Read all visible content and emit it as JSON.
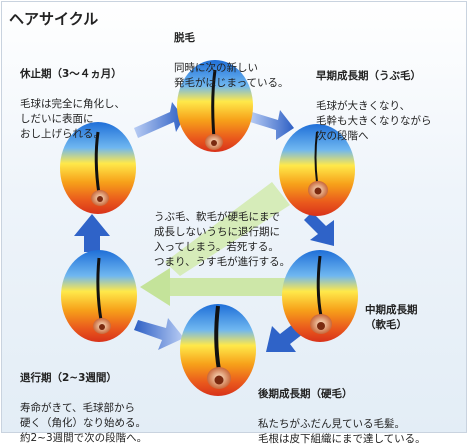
{
  "title": "ヘアサイクル",
  "stages": {
    "telogen": {
      "heading": "休止期（3～４ヵ月）",
      "body": "毛球は完全に角化し、\nしだいに表面に\nおし上げられる。"
    },
    "shedding": {
      "heading": "脱毛",
      "body": "同時に次の新しい\n発毛がはじまっている。"
    },
    "early_anagen": {
      "heading": "早期成長期（うぶ毛）",
      "body": "毛球が大きくなり、\n毛幹も大きくなりながら\n次の段階へ"
    },
    "mid_anagen": {
      "heading": "中期成長期\n（軟毛）",
      "body": ""
    },
    "late_anagen": {
      "heading": "後期成長期（硬毛）",
      "body": "私たちがふだん見ている毛髪。\n毛根は皮下組織にまで達している。"
    },
    "catagen": {
      "heading": "退行期（2~3週間）",
      "body": "寿命がきて、毛球部から\n硬く（角化）なり始める。\n約2~3週間で次の段階へ。"
    }
  },
  "center_note": "うぶ毛、軟毛が硬毛にまで\n成長しないうちに退行期に\n入ってしまう。若死する。\nつまり、うす毛が進行する。",
  "colors": {
    "arrow_blue": "#2f63c8",
    "arrow_green": "#c4e39a",
    "egg_top": "#2a7fe0",
    "egg_mid": "#f8d020",
    "egg_bottom": "#e0431c"
  }
}
